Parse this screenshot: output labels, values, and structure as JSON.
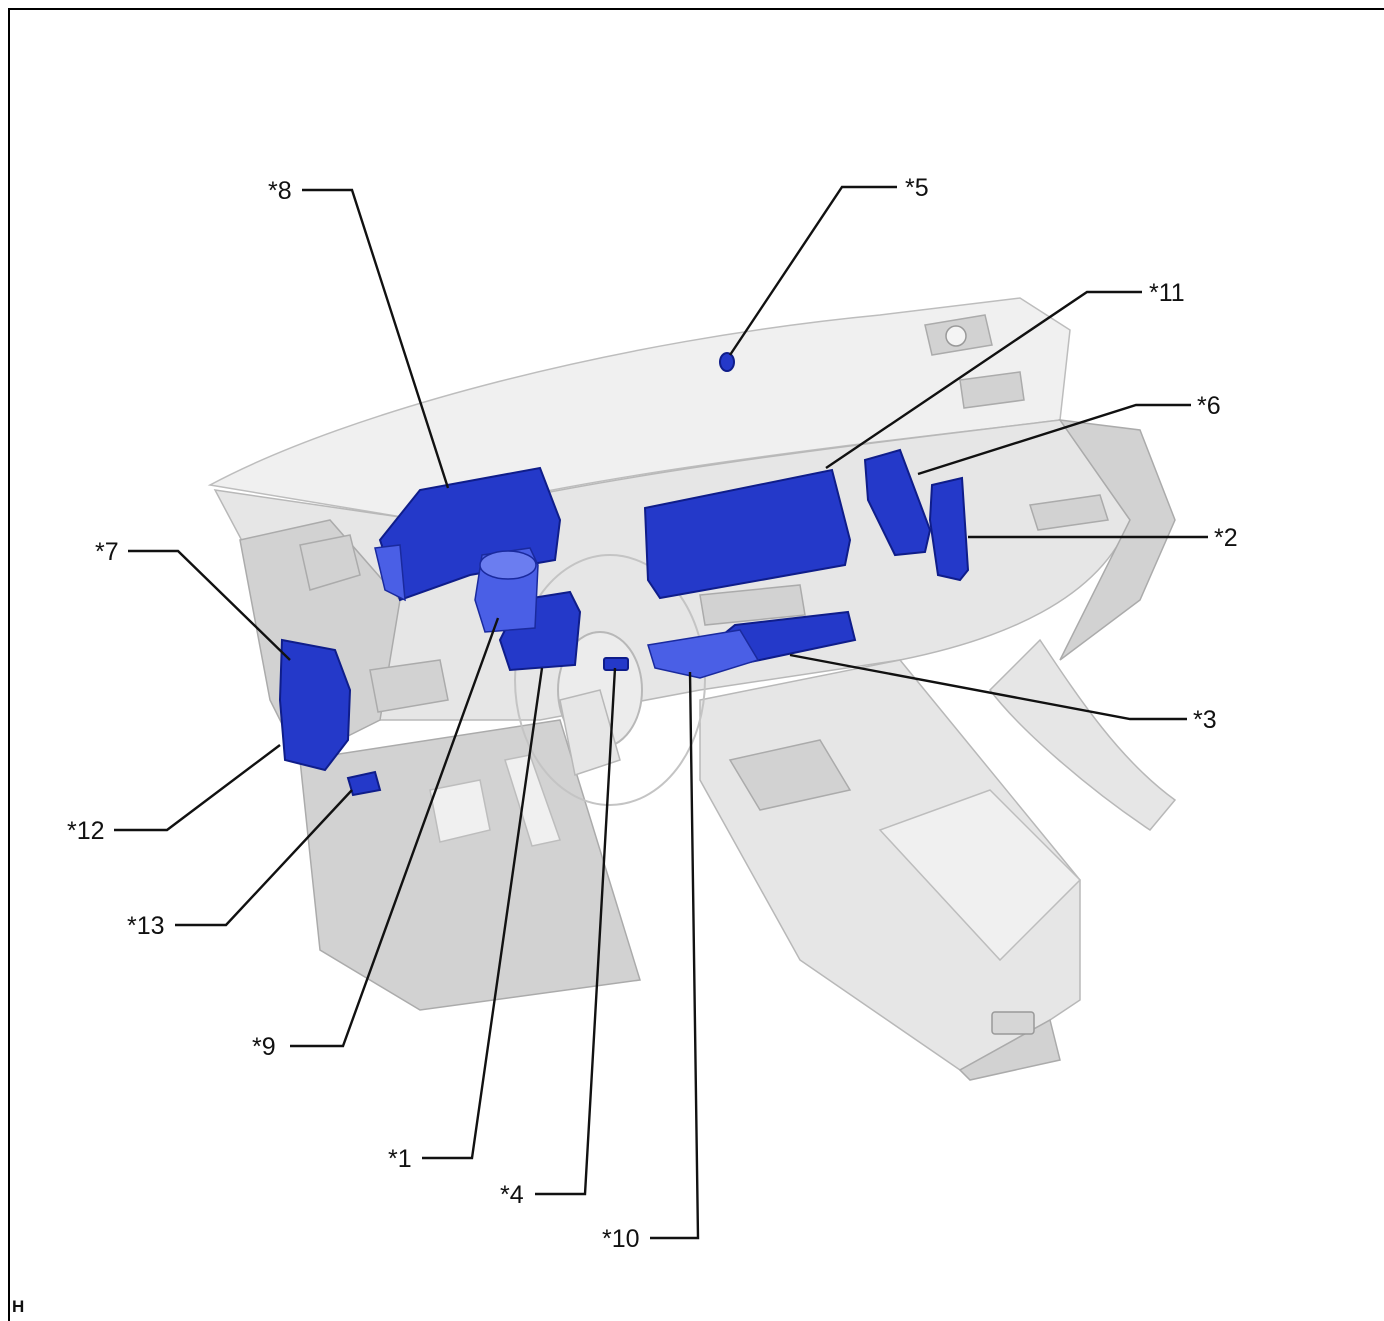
{
  "diagram": {
    "code_mark": "H",
    "callouts": [
      {
        "id": "c8",
        "label": "*8"
      },
      {
        "id": "c5",
        "label": "*5"
      },
      {
        "id": "c11",
        "label": "*11"
      },
      {
        "id": "c6",
        "label": "*6"
      },
      {
        "id": "c2",
        "label": "*2"
      },
      {
        "id": "c7",
        "label": "*7"
      },
      {
        "id": "c3",
        "label": "*3"
      },
      {
        "id": "c12",
        "label": "*12"
      },
      {
        "id": "c13",
        "label": "*13"
      },
      {
        "id": "c9",
        "label": "*9"
      },
      {
        "id": "c1",
        "label": "*1"
      },
      {
        "id": "c4",
        "label": "*4"
      },
      {
        "id": "c10",
        "label": "*10"
      }
    ],
    "colors": {
      "component_fill": "#2439c9",
      "component_outline": "#0f1d8a",
      "interior_trim": "#e6e6e6",
      "leader_line": "#111111"
    }
  }
}
